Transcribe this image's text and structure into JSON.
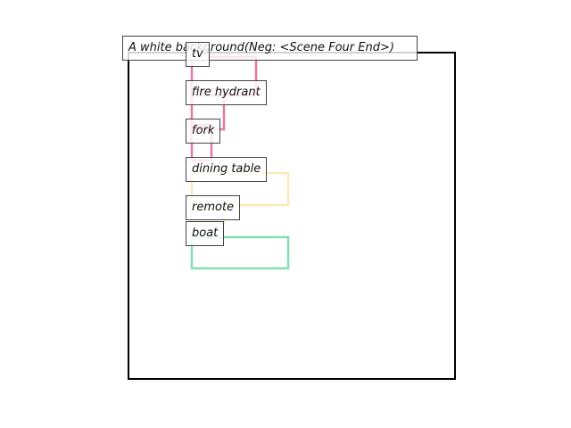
{
  "scene": {
    "caption": "A white background(Neg: <Scene Four End>)"
  },
  "objects": [
    {
      "label": "tv",
      "color": "#e0609a"
    },
    {
      "label": "fire hydrant",
      "color": "#e0609a"
    },
    {
      "label": "fork",
      "color": "#e0609a"
    },
    {
      "label": "dining table",
      "color": "#f5dc8c"
    },
    {
      "label": "remote",
      "color": "#f5dc8c"
    },
    {
      "label": "boat",
      "color": "#6fd9a8"
    }
  ],
  "colors": {
    "frame": "#000000",
    "label_border": "#444444",
    "background": "#ffffff"
  }
}
